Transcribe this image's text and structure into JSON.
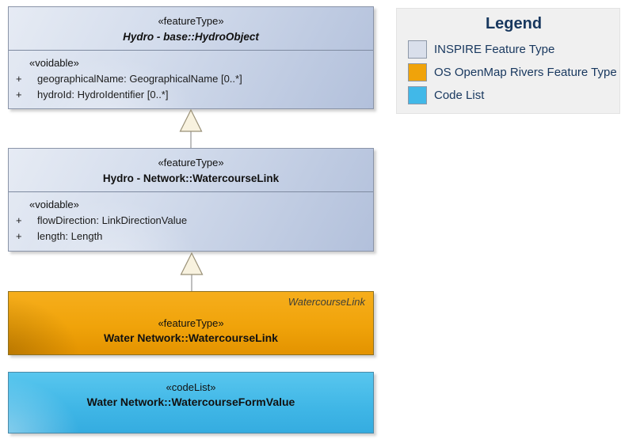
{
  "diagram": {
    "classes": [
      {
        "stereotype": "«featureType»",
        "name": "Hydro - base::HydroObject",
        "section_stereotype": "«voidable»",
        "attributes": [
          {
            "vis": "+",
            "text": "geographicalName: GeographicalName [0..*]"
          },
          {
            "vis": "+",
            "text": "hydroId: HydroIdentifier [0..*]"
          }
        ]
      },
      {
        "stereotype": "«featureType»",
        "name": "Hydro - Network::WatercourseLink",
        "section_stereotype": "«voidable»",
        "attributes": [
          {
            "vis": "+",
            "text": "flowDirection: LinkDirectionValue"
          },
          {
            "vis": "+",
            "text": "length: Length"
          }
        ]
      },
      {
        "corner_label": "WatercourseLink",
        "stereotype": "«featureType»",
        "name": "Water Network::WatercourseLink"
      },
      {
        "stereotype": "«codeList»",
        "name": "Water Network::WatercourseFormValue"
      }
    ]
  },
  "legend": {
    "title": "Legend",
    "items": [
      {
        "label": "INSPIRE Feature Type",
        "color": "#d9dfeb"
      },
      {
        "label": "OS OpenMap Rivers Feature Type",
        "color": "#f0a30a"
      },
      {
        "label": "Code List",
        "color": "#41b8e8"
      }
    ]
  },
  "colors": {
    "inspire_fill": "#c9d4e7",
    "os_openmap_fill": "#f0a30a",
    "code_list_fill": "#41b8e8",
    "legend_text": "#17375e"
  }
}
